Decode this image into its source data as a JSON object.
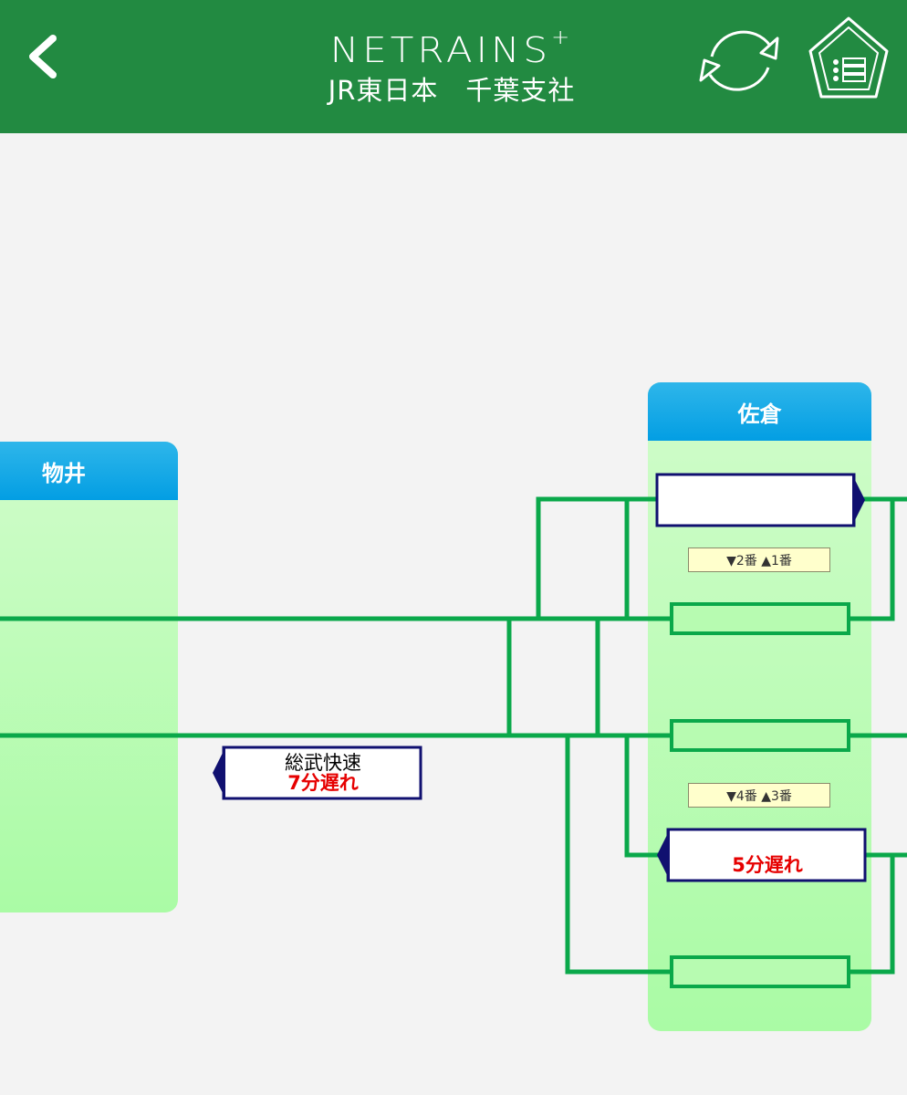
{
  "header": {
    "back_icon": "chevron-left-icon",
    "logo_text": "NETRAINS",
    "logo_plus": "+",
    "subtitle": "JR東日本　千葉支社",
    "reload_icon": "reload-icon",
    "home_icon": "home-menu-icon"
  },
  "stations": {
    "left": {
      "name": "物井"
    },
    "right": {
      "name": "佐倉"
    }
  },
  "track_labels": {
    "upper": "▼2番 ▲1番",
    "lower": "▼4番 ▲3番"
  },
  "trains": {
    "outbound": {
      "type": "総武快速",
      "delay": "7分遅れ"
    },
    "sakura_track4": {
      "type": "",
      "delay": "5分遅れ"
    },
    "sakura_track1": {
      "type": "",
      "delay": ""
    }
  },
  "colors": {
    "header_bg": "#228a41",
    "track": "#0aa84a",
    "train_border": "#101070",
    "delay_text": "#e60000"
  }
}
